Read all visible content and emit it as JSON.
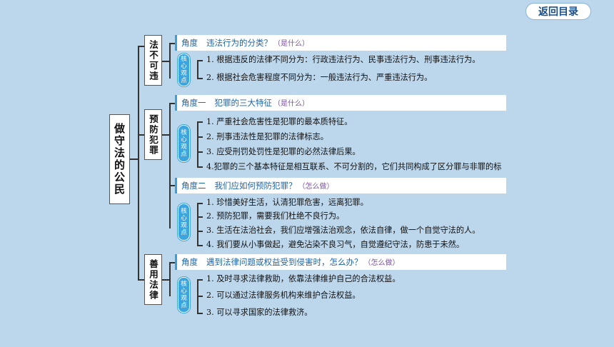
{
  "nav": {
    "back_label": "返回目录"
  },
  "root": {
    "title": "做守法的公民"
  },
  "branches": [
    {
      "title": "法不可违"
    },
    {
      "title": "预防犯罪"
    },
    {
      "title": "善用法律"
    }
  ],
  "badge_text": [
    "核",
    "心",
    "观",
    "点"
  ],
  "sections": [
    {
      "angle": "角度",
      "question": "违法行为的分类？",
      "hint": "（是什么）",
      "items": [
        "1. 根据违反的法律不同分为：行政违法行为、民事违法行为、刑事违法行为。",
        "2. 根据社会危害程度不同分为：一般违法行为、严重违法行为。"
      ]
    },
    {
      "angle": "角度一",
      "question": "犯罪的三大特征",
      "hint": "（是什么）",
      "items": [
        "1. 严重社会危害性是犯罪的最本质特征。",
        "2. 刑事违法性是犯罪的法律标志。",
        "3. 应受刑罚处罚性是犯罪的必然法律后果。",
        "4.犯罪的三个基本特征是相互联系、不可分割的，它们共同构成了区分罪与非罪的标"
      ]
    },
    {
      "angle": "角度二",
      "question": "我们应如何预防犯罪？",
      "hint": "（怎么做）",
      "items": [
        "1. 珍惜美好生活，认清犯罪危害，远离犯罪。",
        "2. 预防犯罪，需要我们杜绝不良行为。",
        "3. 生活在法治社会，我们应增强法治观念，依法自律，做一个自觉守法的人。",
        "4. 我们要从小事做起，避免沾染不良习气，自觉遵纪守法，防患于未然。"
      ]
    },
    {
      "angle": "角度",
      "question": "遇到法律问题或权益受到侵害时，怎么办？",
      "hint": "（怎么做）",
      "items": [
        "1. 及时寻求法律救助，依靠法律维护自己的合法权益。",
        "2. 可以通过法律服务机构来维护合法权益。",
        "3. 可以寻求国家的法律救济。"
      ]
    }
  ]
}
